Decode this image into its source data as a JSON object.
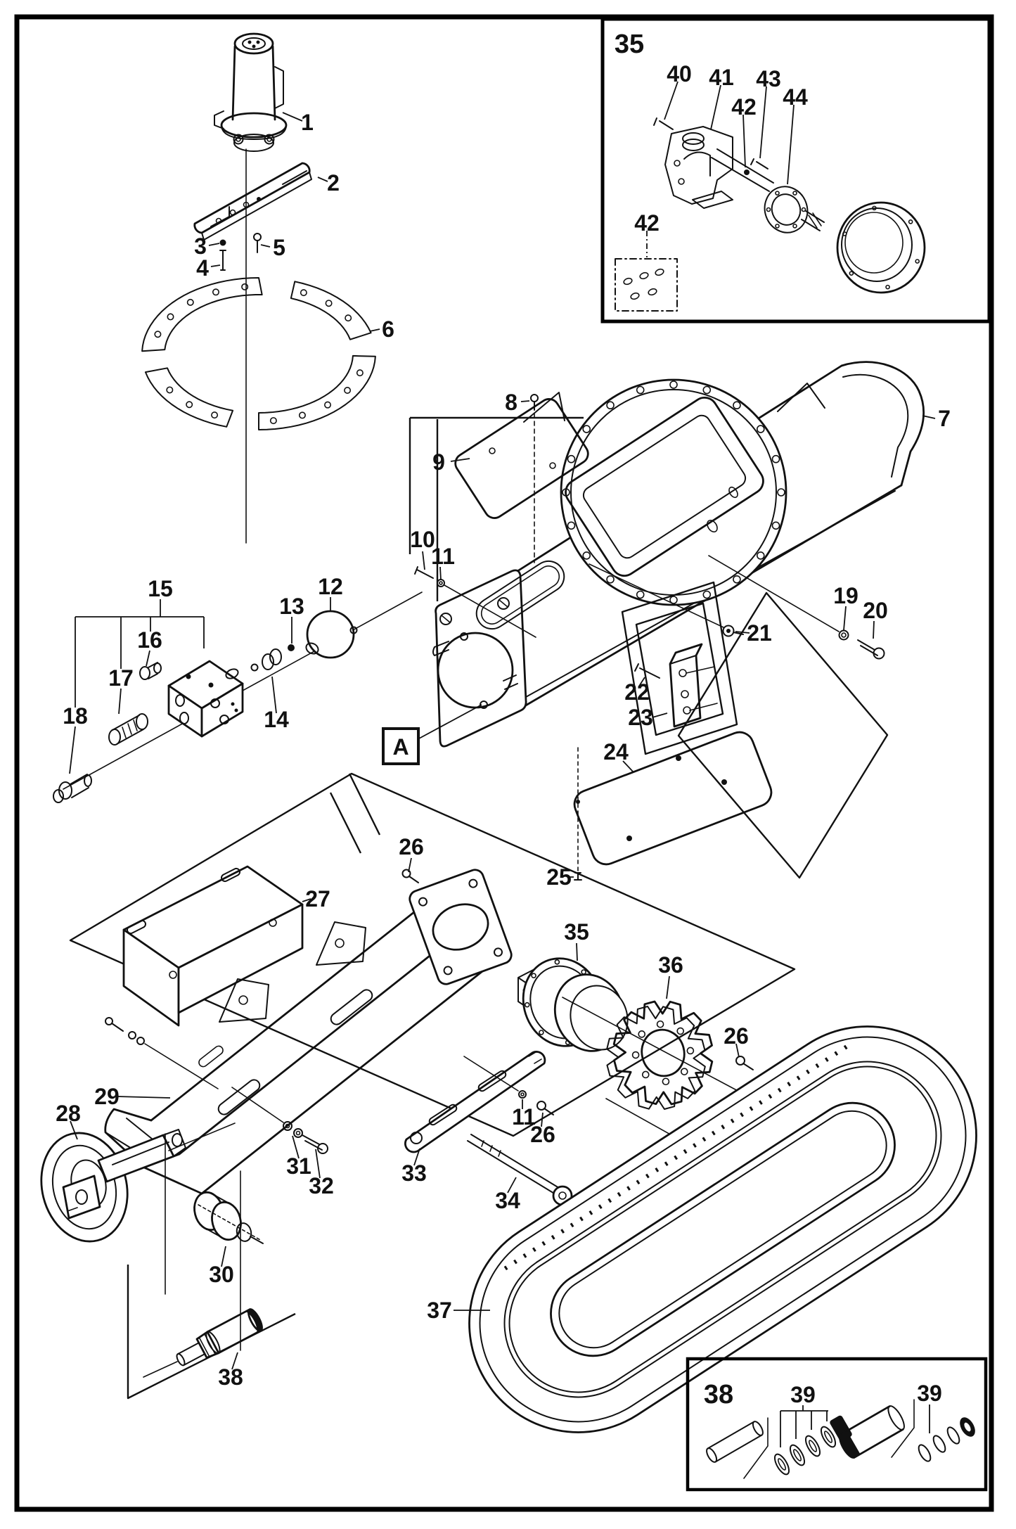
{
  "page": {
    "background": "#ffffff",
    "line_color": "#111111",
    "border_color": "#000000",
    "description": "Exploded parts diagram of a compact machine track undercarriage and swing drive"
  },
  "callouts": {
    "c1": "1",
    "c2": "2",
    "c3": "3",
    "c4": "4",
    "c5": "5",
    "c6": "6",
    "c7": "7",
    "c8": "8",
    "c9": "9",
    "c10": "10",
    "c11": "11",
    "c12": "12",
    "c13": "13",
    "c14": "14",
    "c15": "15",
    "c16": "16",
    "c17": "17",
    "c18": "18",
    "c19": "19",
    "c20": "20",
    "c21": "21",
    "c22": "22",
    "c23": "23",
    "c24": "24",
    "c25": "25",
    "c26": "26",
    "c27": "27",
    "c28": "28",
    "c29": "29",
    "c30": "30",
    "c31": "31",
    "c32": "32",
    "c33": "33",
    "c34": "34",
    "c35": "35",
    "c36": "36",
    "c37": "37",
    "c38": "38",
    "c39": "39",
    "c40": "40",
    "c41": "41",
    "c42": "42",
    "c43": "43",
    "c44": "44",
    "cA": "A"
  },
  "insets": {
    "motor_drive_detail": "35",
    "track_adjuster_detail": "38"
  }
}
